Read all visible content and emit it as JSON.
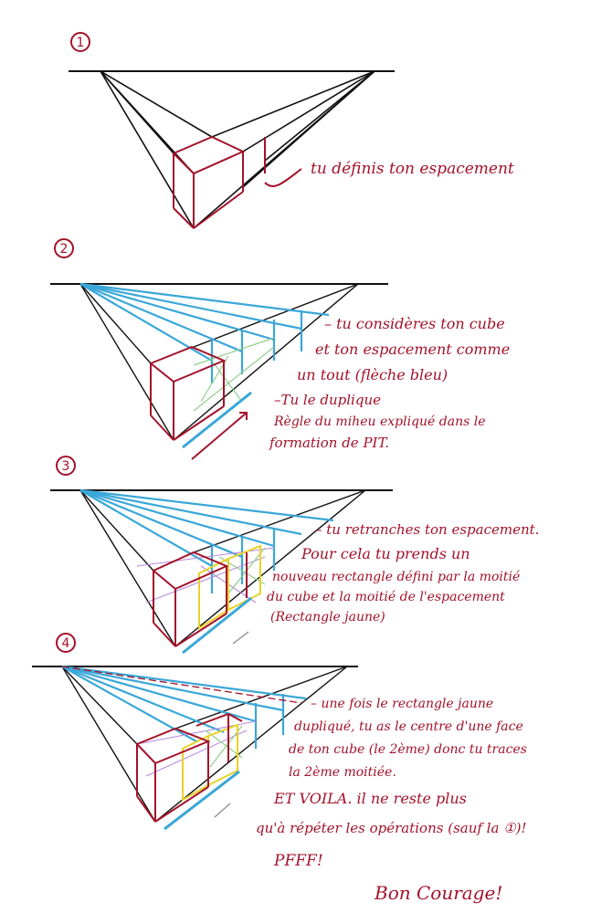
{
  "steps": [
    {
      "number": "1",
      "notes": [
        "tu définis ton espacement"
      ]
    },
    {
      "number": "2",
      "notes": [
        "– tu considères ton cube",
        "et ton espacement comme",
        "un tout (flèche bleu)",
        "–Tu le duplique",
        "Règle du miheu expliqué dans le",
        "formation de PIT."
      ]
    },
    {
      "number": "3",
      "notes": [
        "– tu retranches ton espacement.",
        "Pour cela tu prends un",
        "nouveau rectangle défini par la moitié",
        "du cube et la moitié de l'espacement",
        "(Rectangle jaune)"
      ]
    },
    {
      "number": "4",
      "notes": [
        "– une fois le rectangle jaune",
        "dupliqué, tu as le centre d'une face",
        "de ton cube (le 2ème) donc tu traces",
        "la 2ème moitiée."
      ]
    }
  ],
  "closing": [
    "ET VOILA. il ne reste plus",
    "qu'à répéter les opérations (sauf la ①)!",
    "PFFF!",
    "Bon Courage!"
  ],
  "colors": {
    "ink": "#a3122a",
    "line": "#111111",
    "blue": "#3aa7d8",
    "green": "#8fcf8a",
    "yellow": "#e8d22a",
    "purple": "#b78be0"
  }
}
